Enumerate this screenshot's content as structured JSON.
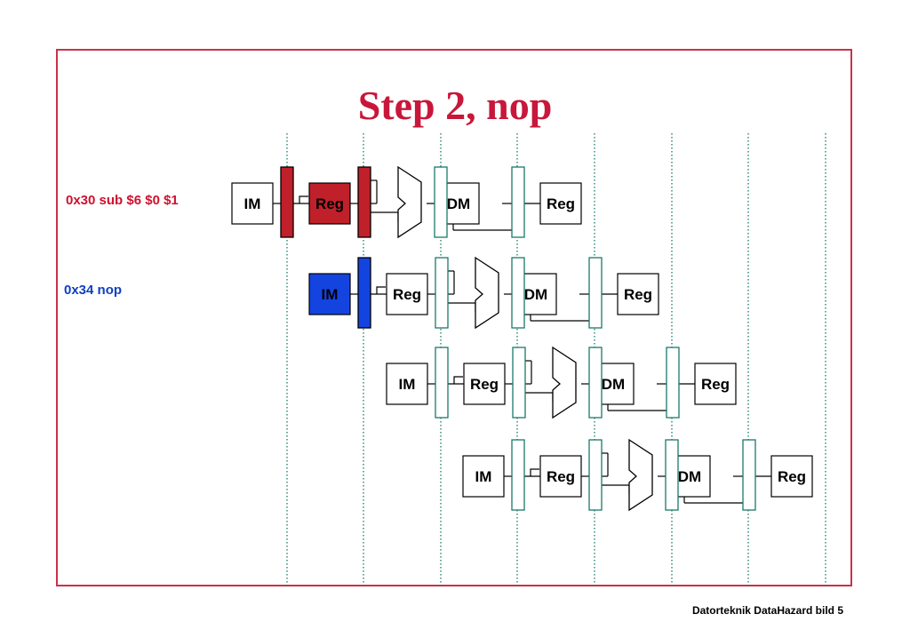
{
  "title": "Step 2, nop",
  "instructions": [
    {
      "text": "0x30 sub $6 $0 $1",
      "color": "#d0102f"
    },
    {
      "text": "0x34 nop",
      "color": "#1040c0"
    }
  ],
  "stage_labels": {
    "im": "IM",
    "reg": "Reg",
    "dm": "DM"
  },
  "colors": {
    "active_red": "#c0202a",
    "active_blue": "#1444e0",
    "pipeline_register": "#1a7a6a",
    "frame": "#c8334a"
  },
  "rows": [
    {
      "highlight": "red"
    },
    {
      "highlight": "blue"
    },
    {
      "highlight": "none"
    },
    {
      "highlight": "none"
    }
  ],
  "footer": "Datorteknik DataHazard bild 5"
}
